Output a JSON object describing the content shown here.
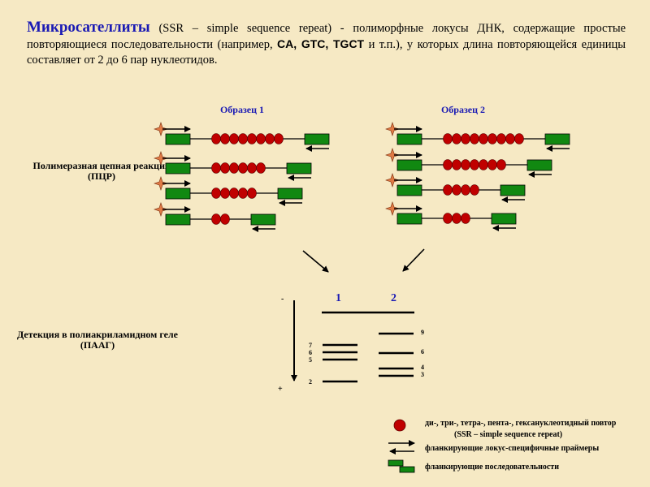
{
  "intro": {
    "term": "Микросателлиты",
    "part1": " (SSR – simple sequence repeat) - полиморфные локусы ДНК, содержащие простые повторяющиеся последовательности (например, ",
    "examples": "CA, GTC, TGCT",
    "part2": " и т.п.), у которых длина повторяющейся единицы составляет от 2 до 6 пар нуклеотидов."
  },
  "samples": [
    {
      "label": "Образец 1",
      "repeat_counts": [
        8,
        6,
        5,
        2
      ]
    },
    {
      "label": "Образец 2",
      "repeat_counts": [
        9,
        7,
        4,
        3
      ]
    }
  ],
  "pcr_label": "Полимеразная цепная реакция (ПЦР)",
  "detection_label": "Детекция в полиакриламидном геле (ПААГ)",
  "gel": {
    "lane_labels": [
      "1",
      "2"
    ],
    "minus": "-",
    "plus": "+",
    "lane1_band_labels": [
      "7",
      "6",
      "5",
      "2"
    ],
    "lane2_band_labels": [
      "9",
      "6",
      "4",
      "3"
    ]
  },
  "legend": {
    "repeat": "ди-, три-, тетра-, пента-, гексануклеотидный повтор",
    "repeat_sub": "(SSR – simple sequence repeat)",
    "primers": "фланкирующие локус-специфичные праймеры",
    "flanks": "фланкирующие последовательности"
  },
  "colors": {
    "repeat_bead": "#c00000",
    "flank": "#118811",
    "sample_label": "#1a1ab4",
    "background": "#f6e9c4",
    "star": "#e07a45"
  }
}
